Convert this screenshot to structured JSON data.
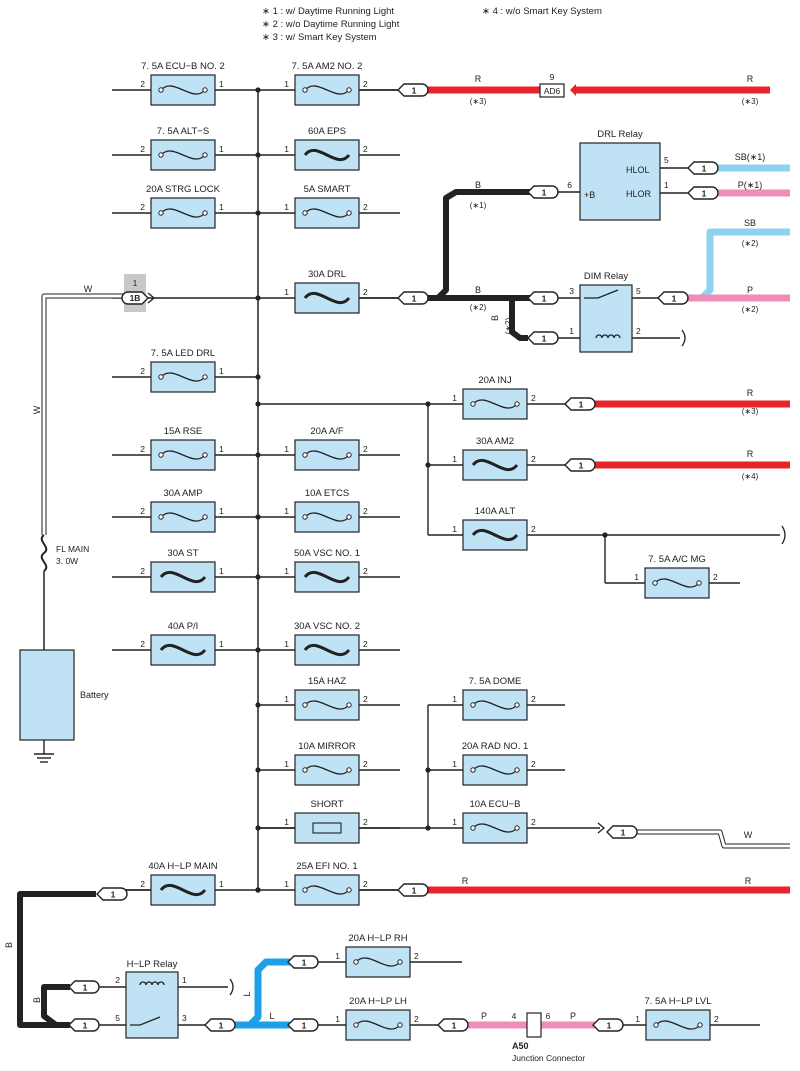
{
  "legend": [
    {
      "text": "∗ 1 : w/ Daytime Running Light"
    },
    {
      "text": "∗ 2 : w/o Daytime Running Light"
    },
    {
      "text": "∗ 3 : w/ Smart Key System"
    },
    {
      "text": "∗ 4 : w/o Smart Key System"
    }
  ],
  "colors": {
    "R": "#e8232a",
    "SB": "#8dd3f0",
    "P": "#ef8cb8",
    "B": "#222222",
    "L": "#1fa0e6",
    "W": "#ffffff",
    "fuse_fill": "#bfe3f5",
    "grey_tag": "#c8c8c8"
  },
  "fuses_left": [
    "7. 5A ECU−B NO. 2",
    "7. 5A ALT−S",
    "20A STRG LOCK",
    "7. 5A LED DRL",
    "15A RSE",
    "30A AMP",
    "30A ST",
    "40A P/I",
    "40A H−LP MAIN"
  ],
  "fuses_mid": [
    "7. 5A AM2 NO. 2",
    "60A EPS",
    "5A SMART",
    "30A DRL",
    "20A A/F",
    "10A ETCS",
    "50A VSC NO. 1",
    "30A VSC NO. 2",
    "15A HAZ",
    "10A MIRROR",
    "SHORT",
    "25A EFI NO. 1"
  ],
  "fuses_right": [
    "20A INJ",
    "30A AM2",
    "140A ALT",
    "7. 5A A/C MG",
    "7. 5A DOME",
    "20A RAD NO. 1",
    "10A ECU−B",
    "20A H−LP RH",
    "20A H−LP LH",
    "7. 5A H−LP LVL"
  ],
  "relays": {
    "drl": "DRL Relay",
    "dim": "DIM Relay",
    "hlp": "H−LP Relay",
    "hlol": "HLOL",
    "hlor": "HLOR",
    "plus_b": "+B"
  },
  "battery": {
    "label": "Battery",
    "fl_main_1": "FL MAIN",
    "fl_main_2": "3. 0W"
  },
  "connectors": {
    "ad6": "AD6",
    "ad6_pin": "9",
    "c1b": "1B",
    "c1b_pin": "1",
    "a50": "A50",
    "a50_name": "Junction Connector",
    "a50_pin_in": "4",
    "a50_pin_out": "6"
  },
  "wires": {
    "r": "R",
    "sb1": "SB(∗1)",
    "p1": "P(∗1)",
    "sb": "SB",
    "p": "P",
    "b": "B",
    "w": "W",
    "l": "L"
  },
  "notes": {
    "n1": "(∗1)",
    "n2": "(∗2)",
    "n3": "(∗3)",
    "n4": "(∗4)"
  },
  "pins": {
    "p1": "1",
    "p2": "2",
    "p3": "3",
    "p5": "5",
    "p6": "6"
  }
}
